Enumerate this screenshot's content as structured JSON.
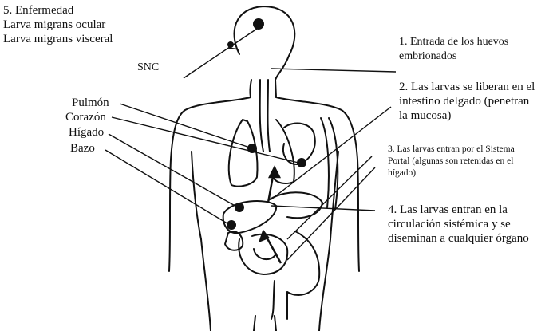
{
  "labels": {
    "stage5_title": "5. Enfermedad",
    "stage5_line1": "Larva migrans ocular",
    "stage5_line2": "Larva migrans visceral",
    "snc": "SNC",
    "organs": [
      "Pulmón",
      "Corazón",
      "Hígado",
      "Bazo"
    ]
  },
  "stages": {
    "s1_line1": "1. Entrada de los huevos",
    "s1_line2": "embrionados",
    "s2_line1": "2. Las larvas se liberan en el",
    "s2_line2": "intestino delgado (penetran",
    "s2_line3": "la mucosa)",
    "s3_line1": "3. Las larvas entran por el Sistema",
    "s3_line2": "Portal (algunas son retenidas en el",
    "s3_line3": "hígado)",
    "s4_line1": "4. Las larvas entran en la",
    "s4_line2": "circulación sistémica y se",
    "s4_line3": "diseminan a cualquier órgano"
  }
}
